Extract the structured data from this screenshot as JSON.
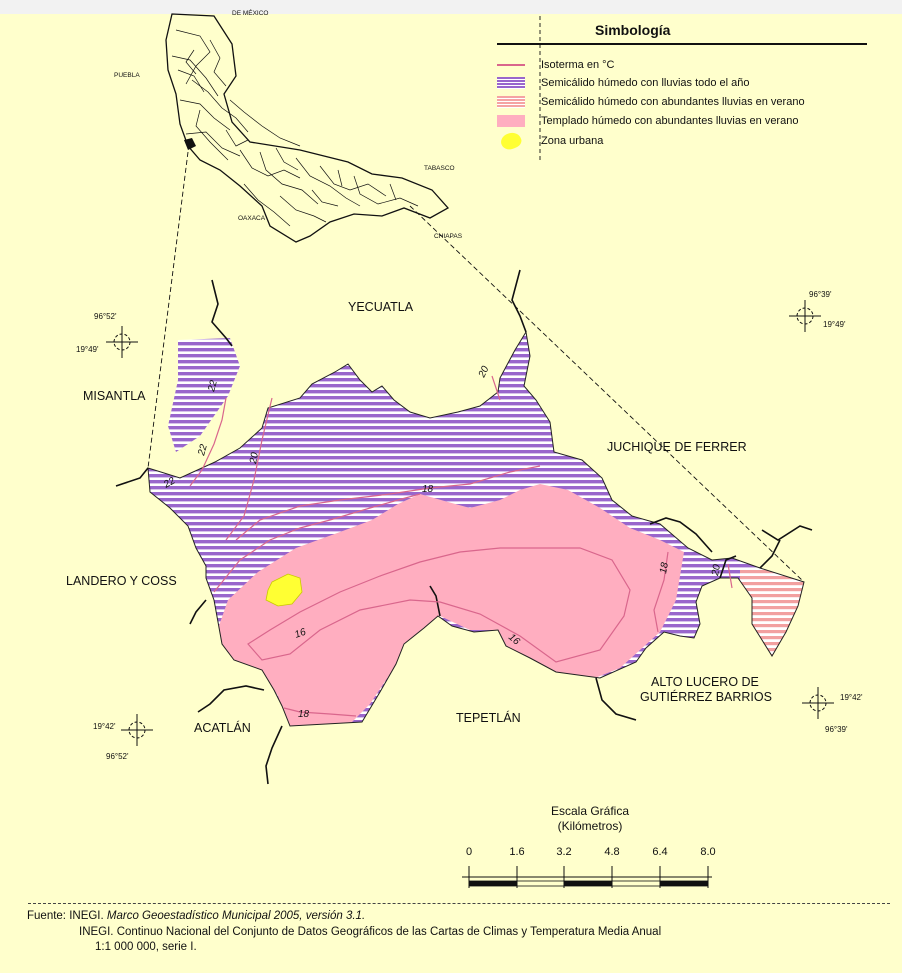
{
  "legend": {
    "title": "Simbología",
    "items": [
      {
        "label": "Isoterma en °C",
        "color": "#d9668c",
        "kind": "line"
      },
      {
        "label": "Semicálido húmedo con lluvias todo el año",
        "color": "#9966cc",
        "kind": "stripe-purple"
      },
      {
        "label": "Semicálido húmedo con abundantes lluvias en verano",
        "color": "#f5a3a3",
        "kind": "stripe-pink"
      },
      {
        "label": "Templado húmedo con abundantes lluvias en verano",
        "color": "#ffaec0",
        "kind": "fill-pink"
      },
      {
        "label": "Zona urbana",
        "color": "#ffff33",
        "kind": "blob"
      }
    ]
  },
  "inset": {
    "labels": {
      "mexico": "DE MÉXICO",
      "puebla": "PUEBLA",
      "tabasco": "TABASCO",
      "oaxaca": "OAXACA",
      "chiapas": "CHIAPAS"
    }
  },
  "neighbors": {
    "yecuatla": "YECUATLA",
    "misantla": "MISANTLA",
    "juchique": "JUCHIQUE DE FERRER",
    "landero": "LANDERO Y COSS",
    "alto_lucero_1": "ALTO LUCERO DE",
    "alto_lucero_2": "GUTIÉRREZ BARRIOS",
    "acatlan": "ACATLÁN",
    "tepetlan": "TEPETLÁN"
  },
  "isotherms": {
    "i22a": "22",
    "i22b": "22",
    "i22c": "22",
    "i20a": "20",
    "i20b": "20",
    "i20c": "20",
    "i18a": "18",
    "i18b": "18",
    "i18c": "18",
    "i16a": "16",
    "i16b": "16"
  },
  "coordinates": {
    "nw_lon": "96°52'",
    "nw_lat": "19°49'",
    "ne_lon": "96°39'",
    "ne_lat": "19°49'",
    "sw_lat": "19°42'",
    "sw_lon": "96°52'",
    "se_lat": "19°42'",
    "se_lon": "96°39'"
  },
  "scale": {
    "title_1": "Escala Gráfica",
    "title_2": "(Kilómetros)",
    "ticks": [
      "0",
      "1.6",
      "3.2",
      "4.8",
      "6.4",
      "8.0"
    ]
  },
  "footer": {
    "line1_prefix": "Fuente: INEGI. ",
    "line1_italic": "Marco Geoestadístico Municipal 2005, versión 3.1.",
    "line2": "INEGI. Continuo Nacional del Conjunto de Datos Geográficos de las Cartas de Climas y Temperatura Media Anual",
    "line3": "1:1 000 000, serie I."
  },
  "colors": {
    "background": "#ffffcc",
    "purple_stripe": "#9966cc",
    "pink_fill": "#ffaec0",
    "isotherm": "#d9668c",
    "urban": "#ffff33"
  }
}
